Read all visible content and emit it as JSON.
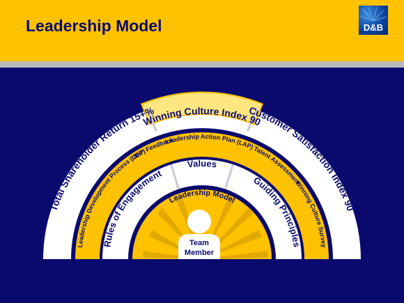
{
  "header": {
    "title": "Leadership Model",
    "logo_text": "D&B"
  },
  "colors": {
    "background": "#0a0a6e",
    "header_yellow": "#ffc200",
    "band_grey": "#b8b8b8",
    "arc_white": "#ffffff",
    "arc_yellow": "#ffc200",
    "text_navy": "#0a0a6e"
  },
  "diagram": {
    "outer_band": {
      "left": "Total Shareholder Return 15+%",
      "top": "Winning Culture Index 90",
      "right": "Customer Satisfaction Index 90"
    },
    "process_band": {
      "ldp": "Leadership Development Process (LDP)",
      "feedback": "360° Feedback",
      "lap": "Leadership Action Plan (LAP)",
      "talent": "Talent Assessment",
      "survey": "Winning Culture Survey"
    },
    "values_band": {
      "left": "Rules of Engagement",
      "top": "Values",
      "right": "Guiding Principles"
    },
    "core": {
      "model_label": "Leadership Model",
      "member_line1": "Team",
      "member_line2": "Member"
    }
  }
}
